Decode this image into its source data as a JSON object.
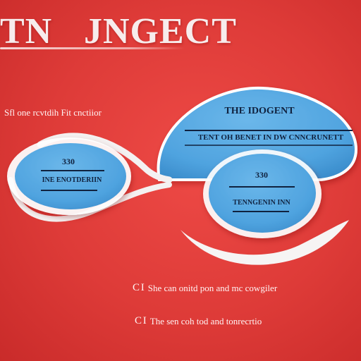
{
  "title": {
    "left": "TN",
    "right": "JNGECT"
  },
  "top_note": "Sfl one rcvtdih Fit cnctiior",
  "callout": {
    "title": "THE IDOGENT",
    "subtitle": "TENT OH BENET IN DW CNNCRUNETT"
  },
  "node_left": {
    "value": "330",
    "text": "INE ENOTDERIIN"
  },
  "node_right": {
    "value": "330",
    "text": "TENNGENIN INN"
  },
  "bottom_notes": [
    {
      "bullet": "C I",
      "text": "She can onitd pon and mc cowgiler"
    },
    {
      "bullet": "C I",
      "text": "The sen coh tod and tonrecrtio"
    }
  ],
  "colors": {
    "background": "#de3b38",
    "bubble": "#4fa3df",
    "bubble_dark": "#2f7fbf",
    "ring": "#ffffff",
    "text_dark": "#10223f",
    "text_light": "#fff4f4"
  }
}
